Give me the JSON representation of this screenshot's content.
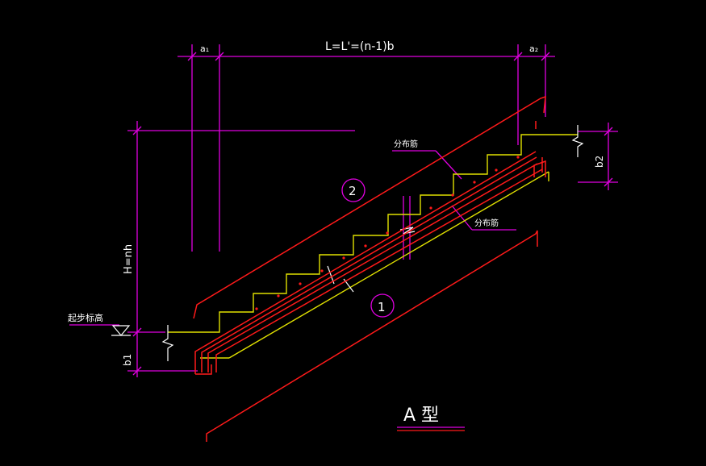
{
  "colors": {
    "background": "#000000",
    "dimension": "#e000e0",
    "stair_profile": "#e0e000",
    "rebar": "#ff1a1a",
    "white": "#ffffff"
  },
  "labels": {
    "length": "L=L'=(n-1)b",
    "a1": "a₁",
    "a2": "a₂",
    "height": "H=nh",
    "b1": "b1",
    "b2": "b2",
    "start_elev": "起步标高",
    "dist_bar_upper": "分布筋",
    "dist_bar_lower": "分布筋",
    "bar_2": "2",
    "bar_1": "1",
    "type_title": "A  型"
  }
}
